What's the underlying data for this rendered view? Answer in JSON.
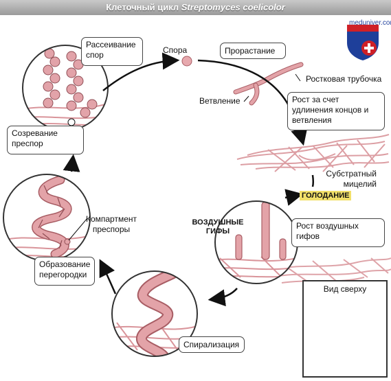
{
  "title_prefix": "Клеточный цикл ",
  "title_species": "Streptomyces coelicolor",
  "site": "meduniver.com",
  "colors": {
    "hypha": "#d9949a",
    "hypha_dark": "#a85d64",
    "titlebar": "#a9a9a9",
    "starvation": "#f2e06a",
    "inset_bg": "#2c56a6"
  },
  "labels": {
    "spore_dispersal": "Рассеивание спор",
    "spore": "Спора",
    "germination": "Прорастание",
    "germ_tube": "Ростковая трубочка",
    "branching": "Ветвление",
    "tip_growth": "Рост за счет удлинения концов и ветвления",
    "substrate_mycelium": "Субстратный мицелий",
    "starvation": "ГОЛОДАНИЕ",
    "aerial_hyphae_tag": "ВОЗДУШНЫЕ ГИФЫ",
    "aerial_growth": "Рост воздушных гифов",
    "top_view": "Вид сверху",
    "spiralization": "Спирализация",
    "septation": "Образование перегородки",
    "prespore_compartment": "Компартмент преспоры",
    "prespore_maturation": "Созревание преспор"
  },
  "icons": [
    "medical-cross-icon",
    "arrow-icon"
  ]
}
